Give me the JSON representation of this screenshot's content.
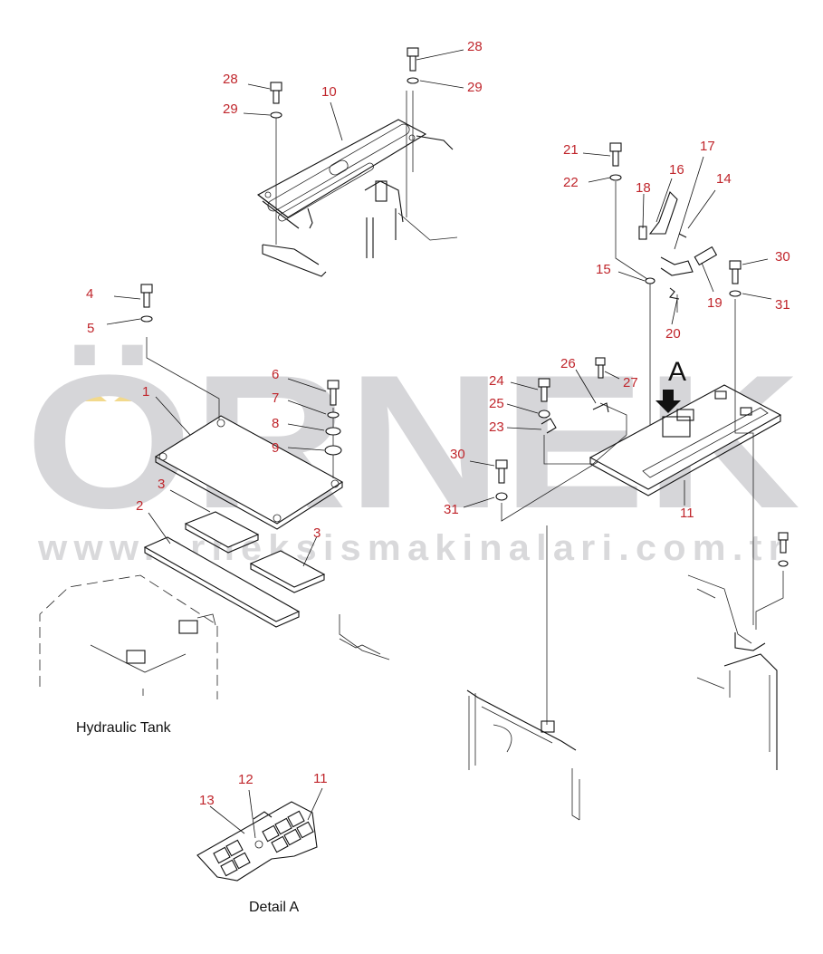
{
  "watermark": {
    "brand": "ÖRNEK",
    "url": "www.orneksismakinalari.com.tr",
    "accent_color": "#f2d98c"
  },
  "captions": {
    "hydraulic_tank": "Hydraulic Tank",
    "detail_a": "Detail A",
    "view_a": "A"
  },
  "callouts": [
    {
      "id": "c28a",
      "label": "28"
    },
    {
      "id": "c29a",
      "label": "29"
    },
    {
      "id": "c10",
      "label": "10"
    },
    {
      "id": "c28b",
      "label": "28"
    },
    {
      "id": "c29b",
      "label": "29"
    },
    {
      "id": "c4",
      "label": "4"
    },
    {
      "id": "c5",
      "label": "5"
    },
    {
      "id": "c1",
      "label": "1"
    },
    {
      "id": "c6",
      "label": "6"
    },
    {
      "id": "c7",
      "label": "7"
    },
    {
      "id": "c8",
      "label": "8"
    },
    {
      "id": "c9",
      "label": "9"
    },
    {
      "id": "c3a",
      "label": "3"
    },
    {
      "id": "c2",
      "label": "2"
    },
    {
      "id": "c3b",
      "label": "3"
    },
    {
      "id": "c21",
      "label": "21"
    },
    {
      "id": "c22",
      "label": "22"
    },
    {
      "id": "c17",
      "label": "17"
    },
    {
      "id": "c16",
      "label": "16"
    },
    {
      "id": "c18",
      "label": "18"
    },
    {
      "id": "c14",
      "label": "14"
    },
    {
      "id": "c15",
      "label": "15"
    },
    {
      "id": "c19",
      "label": "19"
    },
    {
      "id": "c20",
      "label": "20"
    },
    {
      "id": "c30a",
      "label": "30"
    },
    {
      "id": "c31a",
      "label": "31"
    },
    {
      "id": "c24",
      "label": "24"
    },
    {
      "id": "c26",
      "label": "26"
    },
    {
      "id": "c27",
      "label": "27"
    },
    {
      "id": "c25",
      "label": "25"
    },
    {
      "id": "c23",
      "label": "23"
    },
    {
      "id": "c30b",
      "label": "30"
    },
    {
      "id": "c31b",
      "label": "31"
    },
    {
      "id": "c11a",
      "label": "11"
    },
    {
      "id": "c12",
      "label": "12"
    },
    {
      "id": "c13",
      "label": "13"
    },
    {
      "id": "c11b",
      "label": "11"
    }
  ]
}
